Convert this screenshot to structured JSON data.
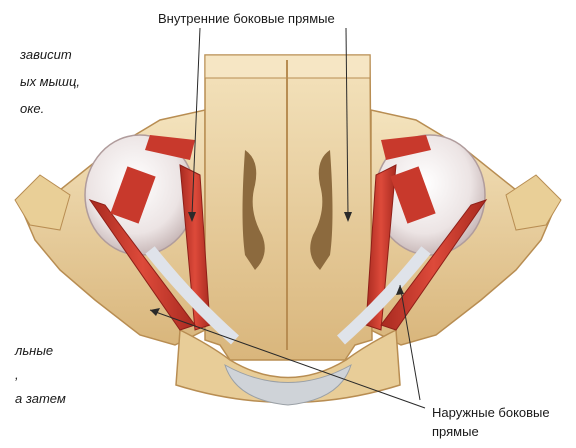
{
  "labels": {
    "top": "Внутренние боковые прямые",
    "bottom_right_line1": "Наружные боковые",
    "bottom_right_line2": "прямые"
  },
  "caption_top": [
    "зависит",
    "ых мышц,",
    "оке."
  ],
  "caption_bottom": [
    "льные",
    ",",
    "а затем"
  ],
  "colors": {
    "bone": "#efd8a6",
    "bone_shadow": "#c9a36a",
    "muscle": "#c8392c",
    "muscle_dark": "#8e1f18",
    "eyeball": "#f3eeee",
    "leader_line": "#2a2a2a"
  }
}
